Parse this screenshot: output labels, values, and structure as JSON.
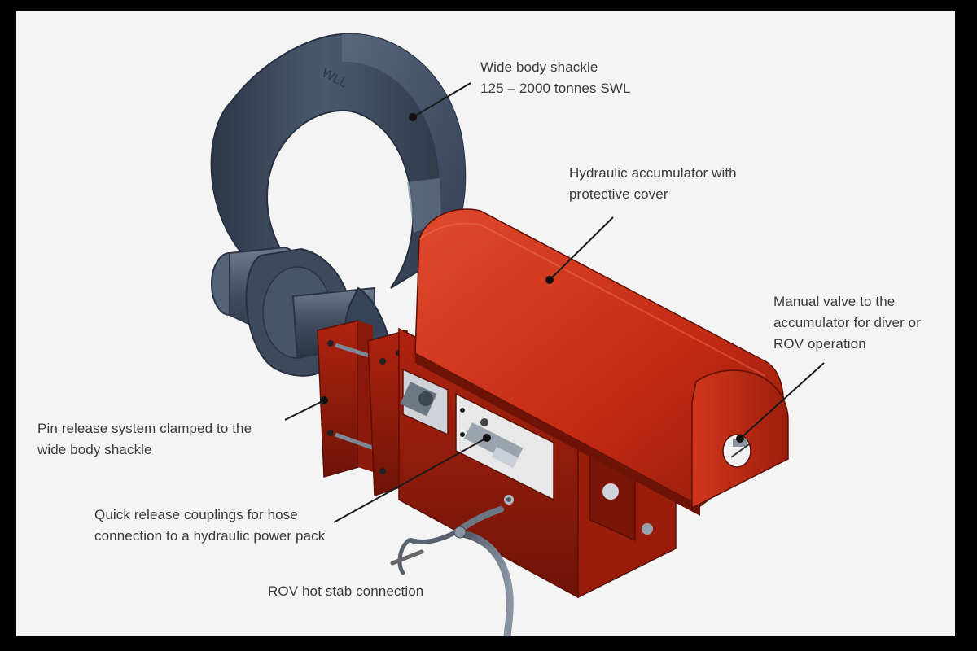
{
  "colors": {
    "background": "#f4f4f4",
    "frame": "#000000",
    "shackle": "#3c4a5c",
    "accumulator_red": "#c22a14",
    "leader_line": "#1a1a1a",
    "label_text": "#3a3a3a"
  },
  "labels": {
    "shackle": {
      "line1": "Wide body shackle",
      "line2": "125 – 2000 tonnes SWL"
    },
    "accumulator": {
      "line1": "Hydraulic accumulator with",
      "line2": "protective cover"
    },
    "manual_valve": {
      "line1": "Manual valve to the",
      "line2": "accumulator for diver or",
      "line3": "ROV operation"
    },
    "pin_release": {
      "line1": "Pin release system clamped to the",
      "line2": "wide body shackle"
    },
    "quick_release": {
      "line1": "Quick release couplings for hose",
      "line2": "connection to a hydraulic power pack"
    },
    "hot_stab": {
      "line1": "ROV hot stab connection"
    }
  }
}
